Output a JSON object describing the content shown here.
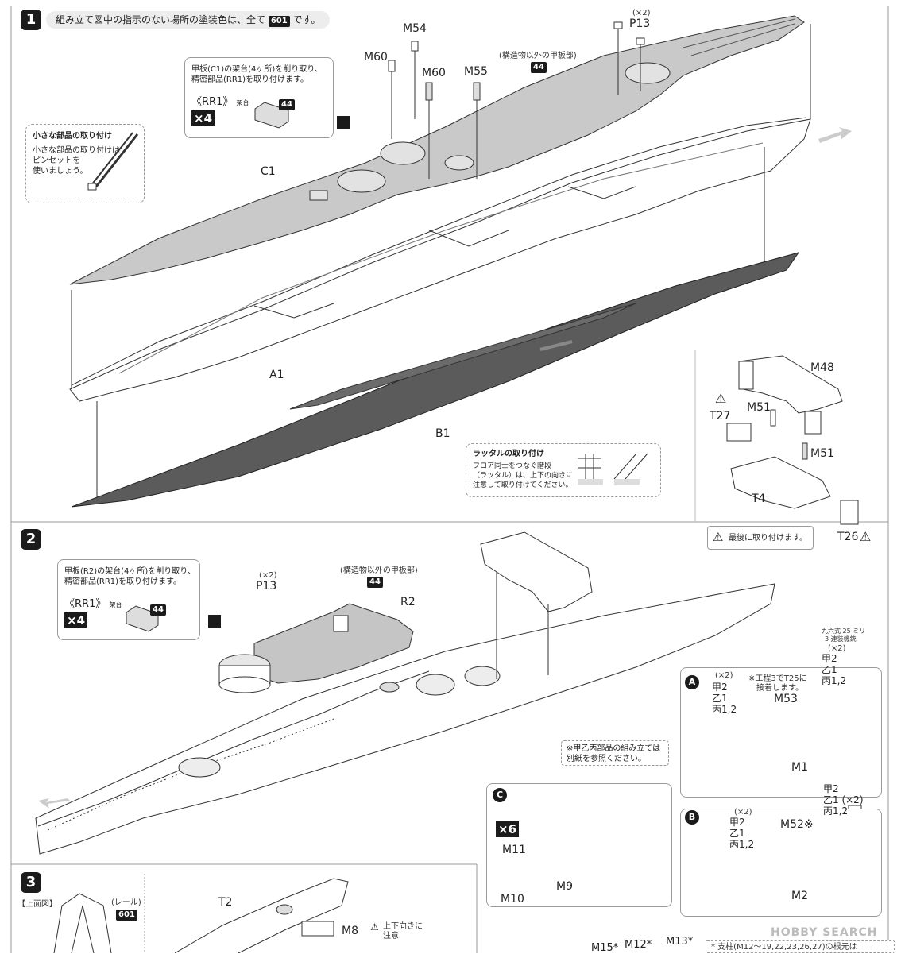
{
  "step1": {
    "number": "1",
    "header_text": "組み立て図中の指示のない場所の塗装色は、全て",
    "header_code": "601",
    "header_suffix": "です。",
    "small_parts_box": {
      "title": "小さな部品の取り付け",
      "text_lines": [
        "小さな部品の取り付けは",
        "ピンセットを",
        "使いましょう。"
      ]
    },
    "deck_box": {
      "text_lines": [
        "甲板(C1)の架台(4ヶ所)を削り取り、",
        "精密部品(RR1)を取り付けます。"
      ],
      "part": "《RR1》",
      "part_sub": "架台",
      "times": "×4",
      "color_code": "44"
    },
    "deck_label_lines": [
      "(構造物以外の甲板部)"
    ],
    "deck_color_code": "44",
    "part_labels": [
      "C1",
      "A1",
      "B1",
      "M60",
      "M54",
      "M60",
      "M55",
      "P13",
      "(×2)",
      "M48",
      "M51",
      "M51",
      "T27",
      "T4",
      "T26"
    ],
    "ladder_box": {
      "title": "ラッタルの取り付け",
      "text_lines": [
        "フロア同士をつなぐ階段",
        "（ラッタル）は、上下の向きに",
        "注意して取り付けてください。"
      ]
    },
    "warning_box_text": "最後に取り付けます。"
  },
  "step2": {
    "number": "2",
    "deck_box": {
      "text_lines": [
        "甲板(R2)の架台(4ヶ所)を削り取り、",
        "精密部品(RR1)を取り付けます。"
      ],
      "part": "《RR1》",
      "part_sub": "架台",
      "times": "×4",
      "color_code": "44"
    },
    "deck_label": "(構造物以外の甲板部)",
    "deck_color_code": "44",
    "labels": [
      "P13",
      "(×2)",
      "R2"
    ],
    "note_lines": [
      "※甲乙丙部品の組み立ては",
      "別紙を参照ください。"
    ],
    "sub_a": {
      "badge": "A",
      "title_lines": [
        "九六式 25 ミリ",
        "3 連装機銃"
      ],
      "note_lines": [
        "※工程3でT25に",
        "接着します。"
      ],
      "left_parts": [
        "(×2)",
        "甲2",
        "乙1",
        "丙1,2"
      ],
      "right_parts": [
        "(×2)",
        "甲2",
        "乙1",
        "丙1,2"
      ],
      "m53": "M53",
      "base": "M1"
    },
    "sub_b": {
      "badge": "B",
      "left_parts": [
        "(×2)",
        "甲2",
        "乙1",
        "丙1,2"
      ],
      "right_parts": [
        "甲2",
        "乙1 (×2)",
        "丙1,2"
      ],
      "m52": "M52※",
      "base": "M2"
    },
    "sub_c": {
      "badge": "C",
      "times": "×6",
      "parts": [
        "M11",
        "M10"
      ],
      "base": "M9"
    }
  },
  "step3": {
    "number": "3",
    "top_view_label": "【上面図】",
    "rail_label": "(レール)",
    "rail_code": "601",
    "labels": [
      "T2",
      "M8"
    ],
    "orientation_note_lines": [
      "上下向きに",
      "注意"
    ],
    "bottom_labels": [
      "M15*",
      "M12*",
      "M13*"
    ],
    "footnote": "* 支柱(M12〜19,22,23,26,27)の根元は",
    "watermark": "HOBBY SEARCH"
  },
  "colors": {
    "deck": "#c7c7c7",
    "hull_bottom": "#5b5b5b",
    "line": "#333333",
    "badge": "#1b1b1b"
  }
}
